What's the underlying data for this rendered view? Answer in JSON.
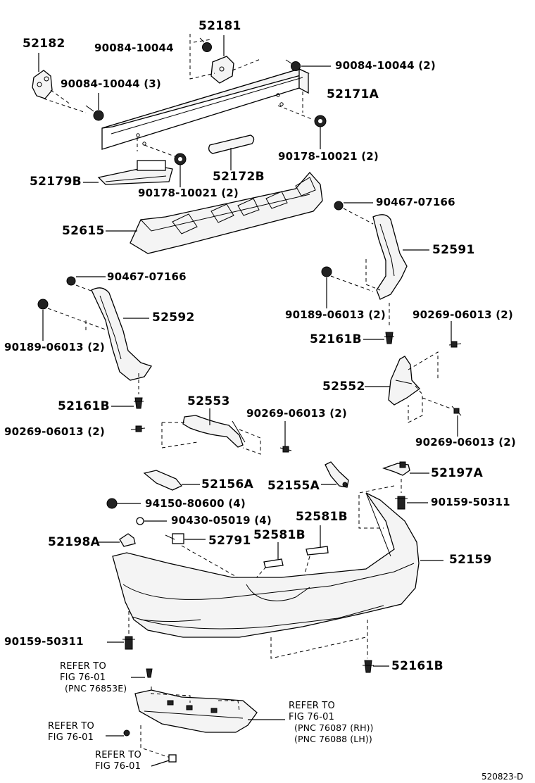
{
  "labels": {
    "p52182": "52182",
    "p52181": "52181",
    "b1": "90084-10044",
    "b2": "90084-10044 (2)",
    "b3": "90084-10044 (3)",
    "p52171a": "52171A",
    "n1": "90178-10021 (2)",
    "n2": "90178-10021 (2)",
    "p52179b": "52179B",
    "p52172b": "52172B",
    "p52615": "52615",
    "s1": "90467-07166",
    "s2": "90467-07166",
    "p52591": "52591",
    "p52592": "52592",
    "c1": "90189-06013 (2)",
    "c2": "90189-06013 (2)",
    "r1": "90269-06013 (2)",
    "r2": "90269-06013 (2)",
    "r3": "90269-06013 (2)",
    "r4": "90269-06013 (2)",
    "p52161b_1": "52161B",
    "p52161b_2": "52161B",
    "p52161b_3": "52161B",
    "p52552": "52552",
    "p52553": "52553",
    "p52156a": "52156A",
    "p52155a": "52155A",
    "p52197a": "52197A",
    "cl1": "94150-80600 (4)",
    "cl2": "90430-05019 (4)",
    "p52198a": "52198A",
    "p52791": "52791",
    "p52581b_1": "52581B",
    "p52581b_2": "52581B",
    "p52159": "52159",
    "sc1": "90159-50311",
    "sc2": "90159-50311"
  },
  "refs": {
    "ref1": {
      "l1": "REFER TO",
      "l2": "FIG 76-01",
      "l3": "(PNC 76853E)"
    },
    "ref2": {
      "l1": "REFER TO",
      "l2": "FIG 76-01",
      "l3": "(PNC 76087 (RH))",
      "l4": "(PNC 76088 (LH))"
    },
    "ref3": {
      "l1": "REFER TO",
      "l2": "FIG 76-01"
    },
    "ref4": {
      "l1": "REFER TO",
      "l2": "FIG 76-01"
    }
  },
  "figure_code": "520823-D"
}
